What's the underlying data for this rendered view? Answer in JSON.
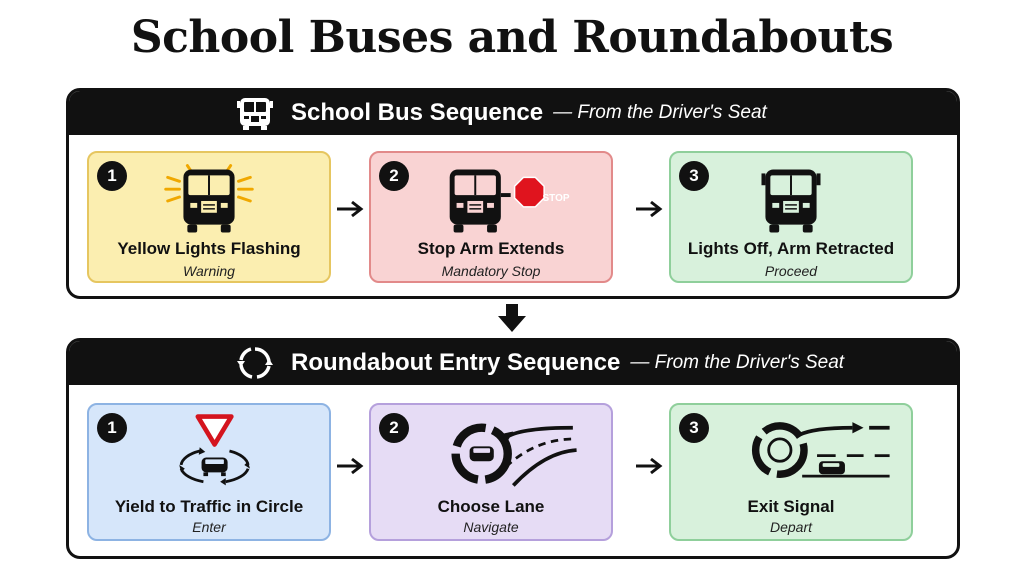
{
  "title": "School Buses and Roundabouts",
  "sections": [
    {
      "title": "School Bus Sequence",
      "subtitle": "— From the Driver's Seat",
      "icon": "school-bus-icon",
      "cards": [
        {
          "number": "1",
          "label": "Yellow Lights Flashing",
          "sub": "Warning",
          "icon": "bus-yellow-lights-icon",
          "color": "#fbeeb0"
        },
        {
          "number": "2",
          "label": "Stop Arm Extends",
          "sub": "Mandatory Stop",
          "icon": "bus-stop-arm-icon",
          "sign_text": "STOP",
          "color": "#f9d3d3"
        },
        {
          "number": "3",
          "label": "Lights Off, Arm Retracted",
          "sub": "Proceed",
          "icon": "bus-icon",
          "color": "#d8f1dc"
        }
      ]
    },
    {
      "title": "Roundabout Entry Sequence",
      "subtitle": "— From the Driver's Seat",
      "icon": "roundabout-icon",
      "cards": [
        {
          "number": "1",
          "label": "Yield to Traffic in Circle",
          "sub": "Enter",
          "icon": "yield-roundabout-icon",
          "color": "#d6e6fa"
        },
        {
          "number": "2",
          "label": "Choose Lane",
          "sub": "Navigate",
          "icon": "lane-choice-icon",
          "color": "#e6dcf5"
        },
        {
          "number": "3",
          "label": "Exit Signal",
          "sub": "Depart",
          "icon": "exit-roundabout-icon",
          "color": "#d8f1dc"
        }
      ]
    }
  ]
}
